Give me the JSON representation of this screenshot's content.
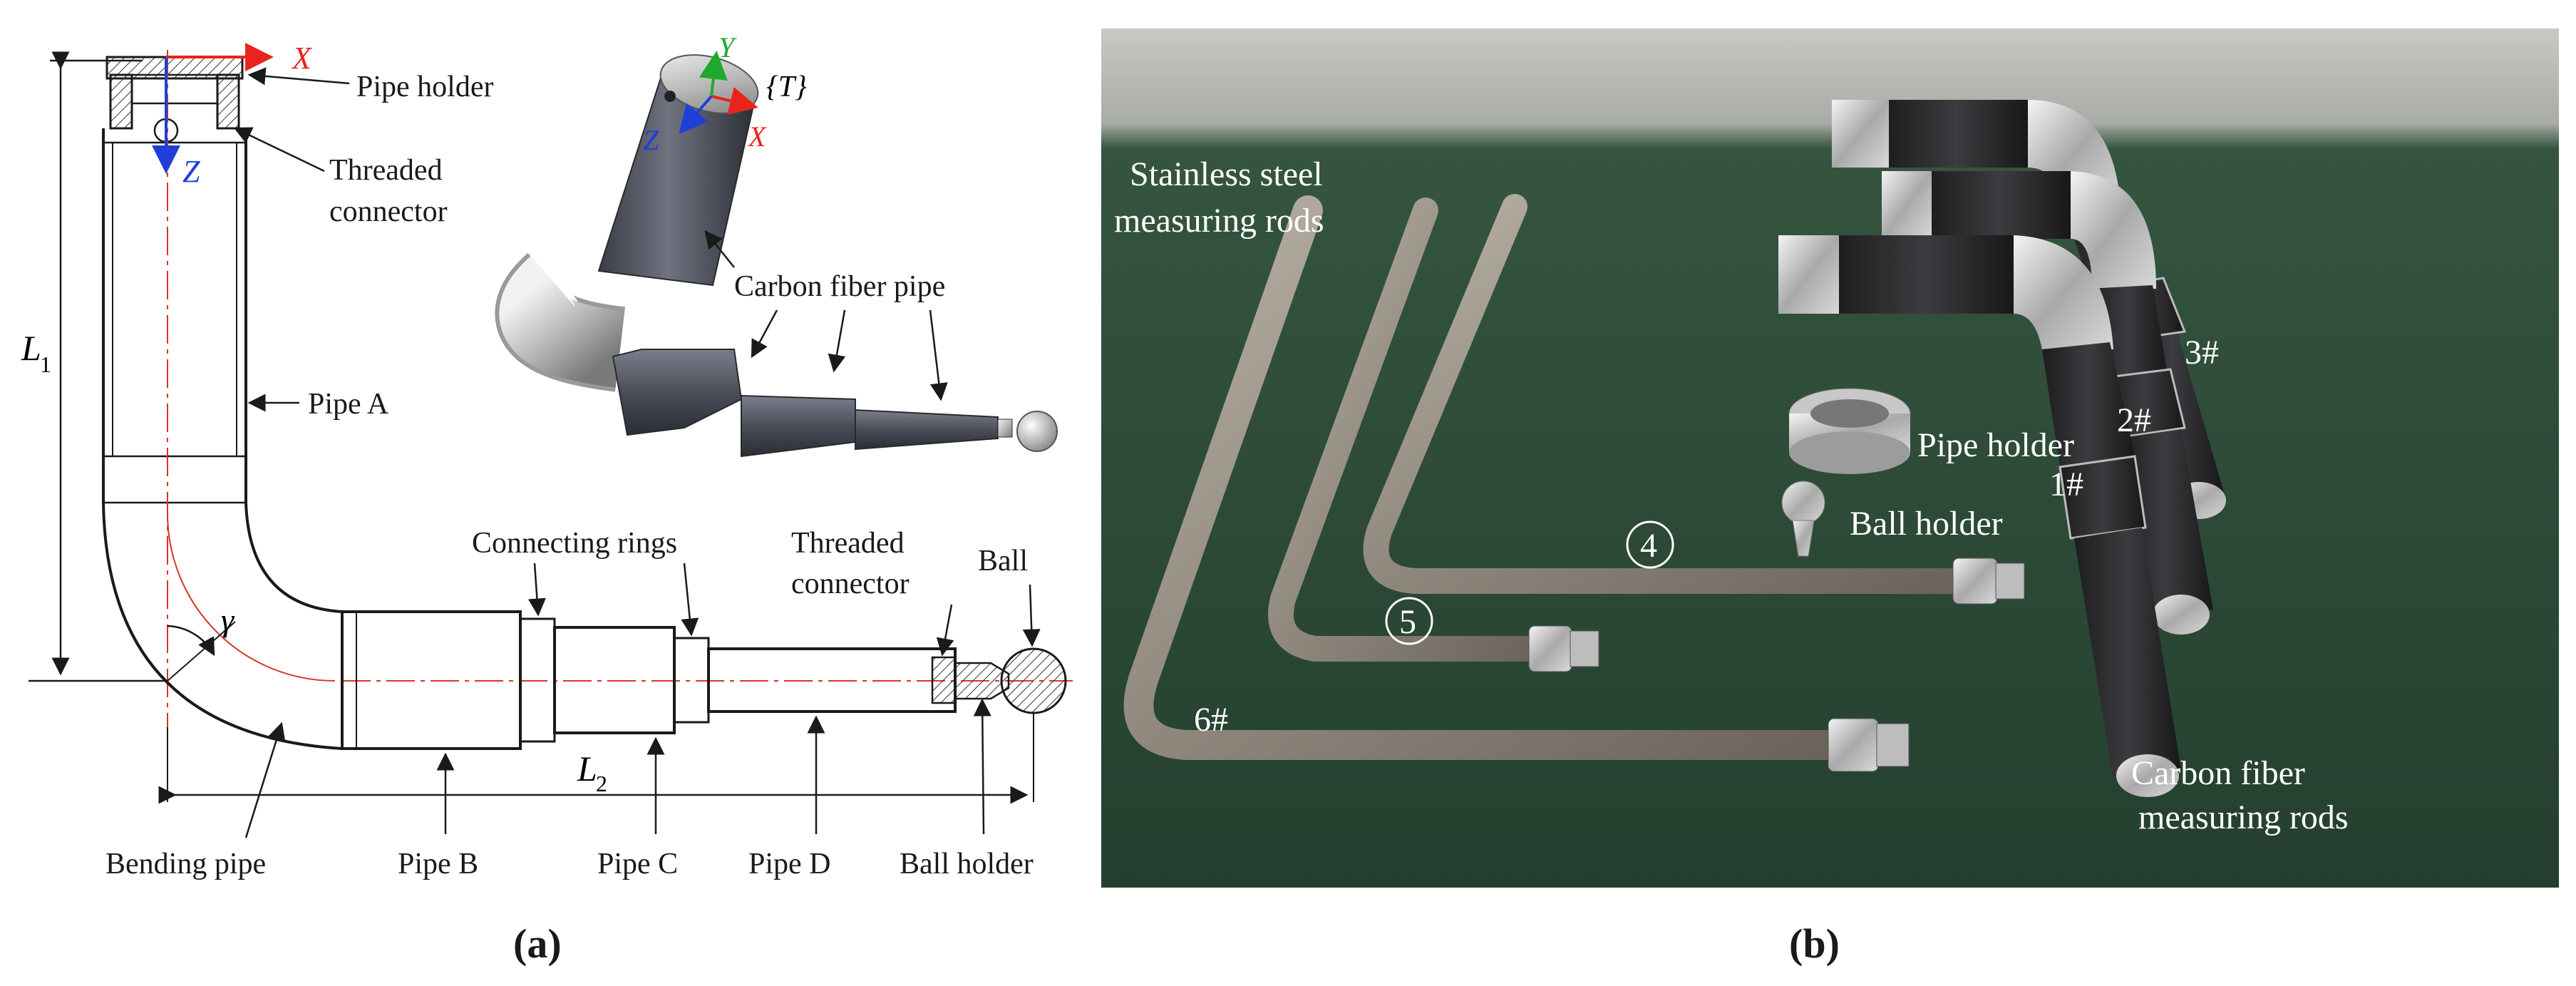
{
  "panel_a": {
    "caption": "(a)",
    "labels": {
      "pipe_holder": "Pipe holder",
      "threaded_connector_top_1": "Threaded",
      "threaded_connector_top_2": "connector",
      "pipe_a": "Pipe A",
      "carbon_fiber_pipe": "Carbon fiber pipe",
      "connecting_rings": "Connecting rings",
      "threaded_connector_right_1": "Threaded",
      "threaded_connector_right_2": "connector",
      "ball": "Ball",
      "bending_pipe": "Bending pipe",
      "pipe_b": "Pipe B",
      "pipe_c": "Pipe C",
      "pipe_d": "Pipe D",
      "ball_holder": "Ball holder"
    },
    "symbols": {
      "axis_x": "X",
      "axis_z": "Z",
      "axis_y": "Y",
      "frame": "{T}",
      "l1": "L",
      "l1_sub": "1",
      "l2": "L",
      "l2_sub": "2",
      "gamma": "γ"
    },
    "colors": {
      "axis_x": "#e8241c",
      "axis_y": "#1fa82b",
      "axis_z": "#1f3fd6",
      "centerline": "#d9342b"
    }
  },
  "panel_b": {
    "caption": "(b)",
    "labels": {
      "stainless_1": "Stainless steel",
      "stainless_2": "measuring rods",
      "pipe_holder": "Pipe holder",
      "ball_holder": "Ball holder",
      "carbon_1": "Carbon fiber",
      "carbon_2": "measuring rods",
      "rod_1": "1#",
      "rod_2": "2#",
      "rod_3": "3#",
      "rod_4": "4",
      "rod_5": "5",
      "rod_6": "6#"
    },
    "colors": {
      "background": "#2b4a36",
      "steel": "#a39b8e",
      "carbon": "#2a2a2c",
      "chrome": "#c9c9c9"
    }
  }
}
